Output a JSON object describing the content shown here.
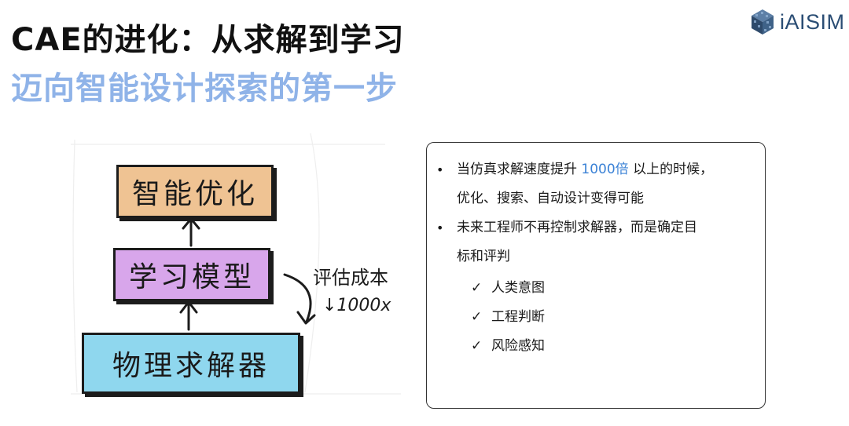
{
  "header": {
    "title": "CAE的进化：从求解到学习",
    "subtitle": "迈向智能设计探索的第一步",
    "logo_text": "iAISIM"
  },
  "diagram": {
    "nodes": [
      {
        "label": "智能优化",
        "color": "#efc393"
      },
      {
        "label": "学习模型",
        "color": "#d8a6eb"
      },
      {
        "label": "物理求解器",
        "color": "#8fd7ee"
      }
    ],
    "cost_label": "评估成本",
    "cost_value": "↓1000x"
  },
  "panel": {
    "bullets": [
      {
        "pre": "当仿真求解速度提升 ",
        "highlight": "1000倍",
        "post": " 以上的时候，",
        "line2": "优化、搜索、自动设计变得可能"
      },
      {
        "line1": "未来工程师不再控制求解器，而是确定目",
        "line2": "标和评判"
      }
    ],
    "checks": [
      "人类意图",
      "工程判断",
      "风险感知"
    ],
    "check_symbol": "✓",
    "bullet_symbol": "•"
  },
  "colors": {
    "title": "#111111",
    "subtitle": "#8fb3e8",
    "highlight": "#3b82d6",
    "logo": "#2a4d74"
  }
}
